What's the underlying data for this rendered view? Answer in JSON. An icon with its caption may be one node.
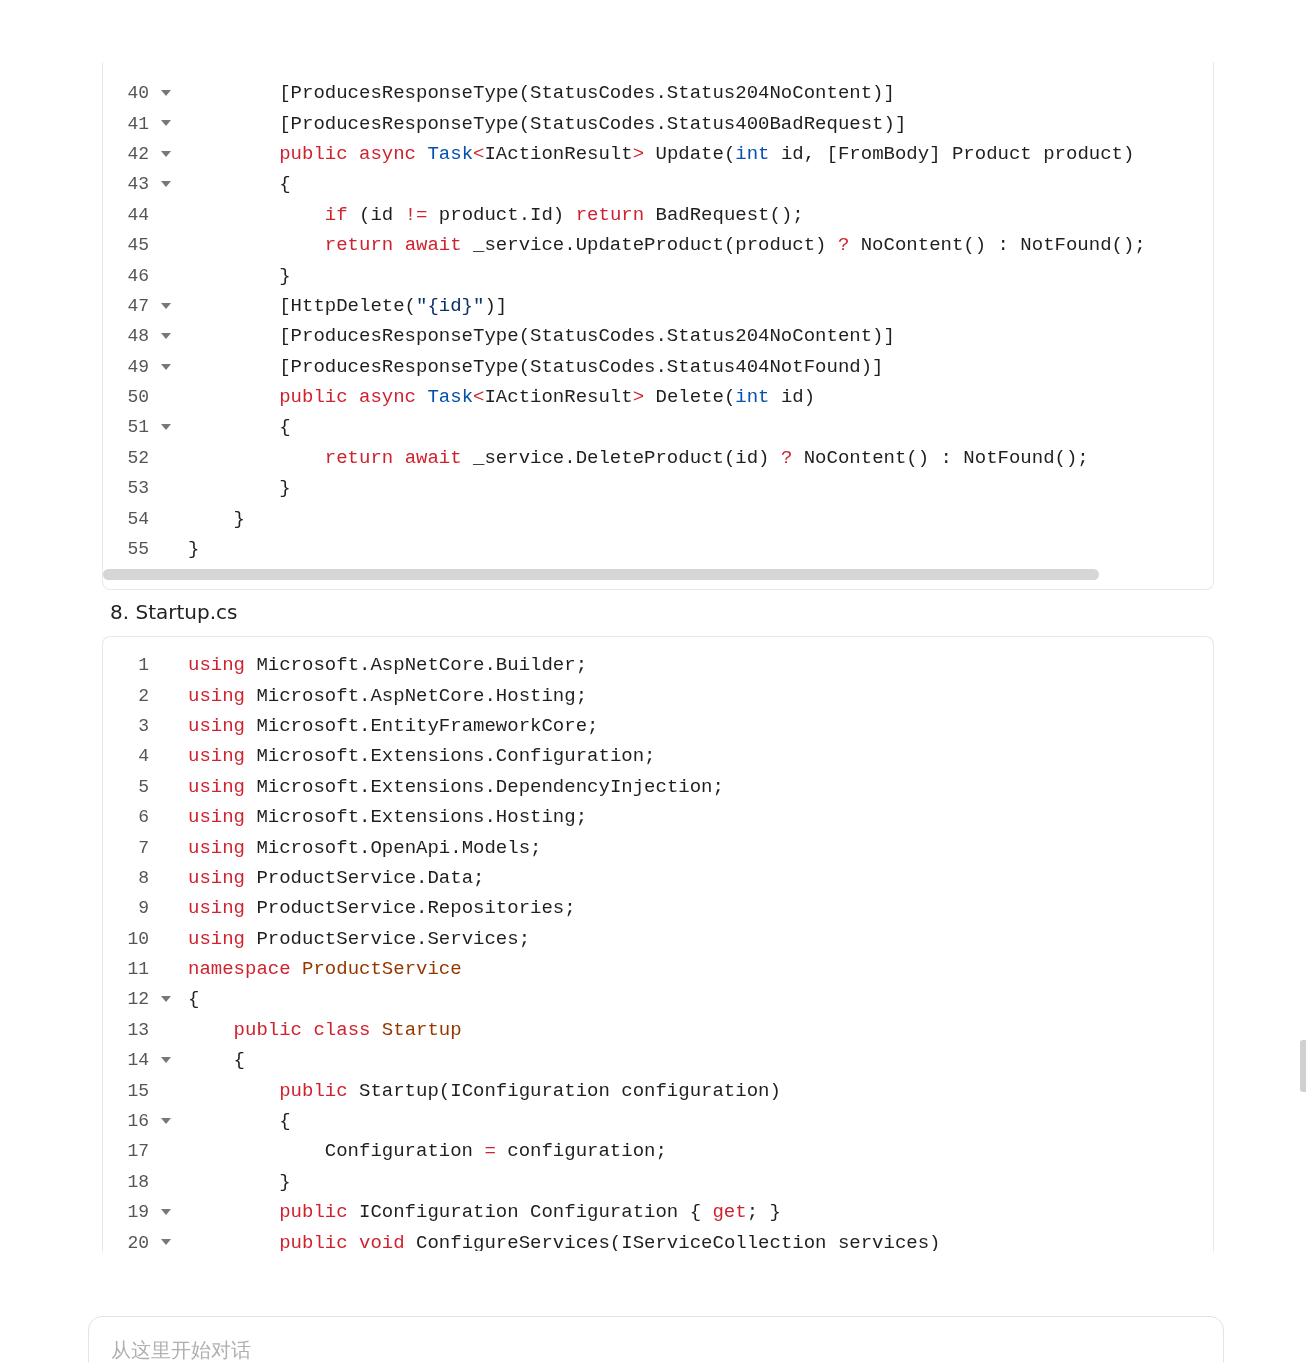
{
  "diagram": {
    "labels": [
      "40",
      "[ProducesResponseType(StatusCodes.Status204NoContent)]",
      "41",
      "[ProducesResponseType(StatusCodes.Status400BadRequest)]",
      "42",
      "public async Task<IActionResult> Update(int id, [FromBody] Product product)",
      "43",
      "{",
      "44",
      "if (id != product.Id) return BadRequest();",
      "45",
      "return await _service.UpdateProduct(product) ? NoContent() : NotFound();",
      "46",
      "}",
      "47",
      "[HttpDelete(\"{id}\")]",
      "48",
      "[ProducesResponseType(StatusCodes.Status204NoContent)]",
      "49",
      "[ProducesResponseType(StatusCodes.Status404NotFound)]",
      "50",
      "public async Task<IActionResult> Delete(int id)",
      "51",
      "{",
      "52",
      "return await _service.DeleteProduct(id) ? NoContent() : NotFound();",
      "53",
      "}",
      "54",
      "}",
      "55",
      "}",
      "8. Startup.cs",
      "1",
      "using Microsoft.AspNetCore.Builder;",
      "2",
      "using Microsoft.AspNetCore.Hosting;",
      "3",
      "using Microsoft.EntityFrameworkCore;",
      "4",
      "using Microsoft.Extensions.Configuration;",
      "5",
      "using Microsoft.Extensions.DependencyInjection;",
      "6",
      "using Microsoft.Extensions.Hosting;",
      "7",
      "using Microsoft.OpenApi.Models;",
      "8",
      "using ProductService.Data;",
      "9",
      "using ProductService.Repositories;",
      "10",
      "using ProductService.Services;",
      "11",
      "namespace ProductService",
      "12",
      "{",
      "13",
      "public class Startup",
      "14",
      "{",
      "15",
      "public Startup(IConfiguration configuration)",
      "16",
      "{",
      "17",
      "Configuration = configuration;",
      "18",
      "}",
      "19",
      "public IConfiguration Configuration { get; }",
      "20",
      "public void ConfigureServices(IServiceCollection services)",
      "从这里开始对话"
    ]
  }
}
